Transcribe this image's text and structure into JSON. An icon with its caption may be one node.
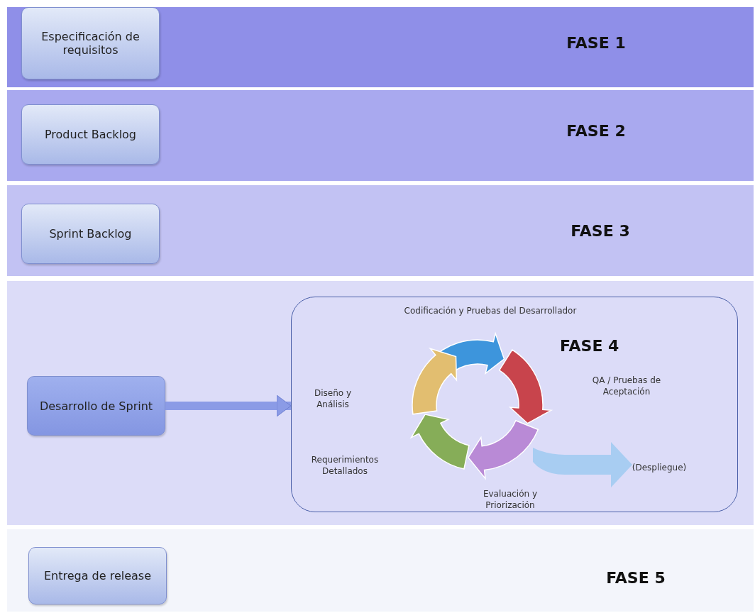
{
  "diagram": {
    "nodes": [
      {
        "text": [
          "FASE 1"
        ]
      },
      {
        "text": [
          "Especificación de requisitos"
        ],
        "in": 0
      },
      {
        "text": [
          "FASE 2"
        ]
      },
      {
        "text": [
          "Product Backlog"
        ],
        "in": 2
      },
      {
        "text": [
          "FASE 3"
        ]
      },
      {
        "text": [
          "Sprint Backlog"
        ],
        "in": 4
      },
      {
        "text": [],
        "shape": "band"
      },
      {
        "text": [
          "Desarrollo de Sprint"
        ],
        "in": 6
      },
      {
        "text": [
          "Codificación y Pruebas del Desarrollador",
          "FASE 4",
          "Diseño y Análisis",
          "QA / Pruebas de Aceptación",
          "Requerimientos Detallados",
          "(Despliegue)",
          "Evaluación y Priorización"
        ],
        "in": 6
      },
      {
        "text": [
          "FASE 5"
        ]
      },
      {
        "text": [
          "Entrega de release"
        ],
        "in": 9
      }
    ],
    "edges": [
      {
        "from": 7,
        "to": 8,
        "arrow": "to"
      }
    ]
  }
}
